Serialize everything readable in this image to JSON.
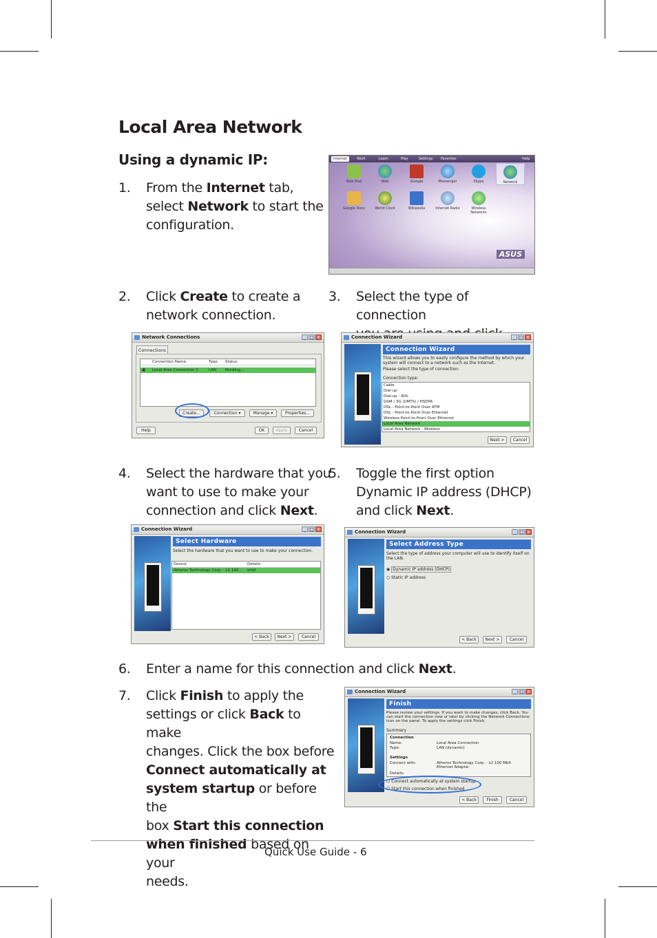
{
  "heading": "Local Area Network",
  "subheading": "Using a dynamic IP:",
  "steps": [
    {
      "num": "1.",
      "lines": [
        "From the <b>Internet</b> tab,",
        "select <b>Network</b> to start the",
        "configuration."
      ]
    },
    {
      "num": "2.",
      "lines": [
        "Click <b>Create</b> to create a",
        "network connection."
      ]
    },
    {
      "num": "3.",
      "lines": [
        "Select the type of connection",
        "you are using and click <b>Next</b>."
      ]
    },
    {
      "num": "4.",
      "lines": [
        "Select the hardware that you",
        "want to use to make your",
        "connection and click <b>Next</b>."
      ]
    },
    {
      "num": "5.",
      "lines": [
        "Toggle the first option",
        "Dynamic IP address (DHCP)",
        "and click <b>Next</b>."
      ]
    },
    {
      "num": "6.",
      "lines": [
        "Enter a name for this connection and click <b>Next</b>."
      ]
    },
    {
      "num": "7.",
      "lines": [
        "Click <b>Finish</b> to apply the",
        "settings or click <b>Back</b> to make",
        "changes. Click the box before",
        "<b>Connect automatically at</b>",
        "<b>system startup</b> or before the",
        "box <b>Start this connection</b>",
        "<b>when finished</b> based on your",
        "needs."
      ]
    }
  ],
  "desktop": {
    "tabs": [
      "Internet",
      "Work",
      "Learn",
      "Play",
      "Settings",
      "Favorites",
      "Help"
    ],
    "apps_row1": [
      "Web Mail",
      "Web",
      "iGoogle",
      "Messenger",
      "Skype",
      "Network"
    ],
    "apps_row2": [
      "Google Docs",
      "World Clock",
      "Wikipedia",
      "Internet Radio",
      "Wireless Networks"
    ],
    "logo": "ASUS"
  },
  "net_connections": {
    "title": "Network Connections",
    "tab": "Connections",
    "columns": [
      "Connection Name",
      "Type",
      "Status"
    ],
    "row": [
      "Local Area Connection 1",
      "LAN",
      "Pending..."
    ],
    "buttons": [
      "Create...",
      "Connection",
      "Manage",
      "Properties..."
    ],
    "footer_buttons": [
      "Help",
      "OK",
      "Apply",
      "Cancel"
    ]
  },
  "wizard_type": {
    "title": "Connection Wizard",
    "banner": "Connection Wizard",
    "intro": "This wizard allows you to easily configure the method by which your system will connect to a network such as the Internet.",
    "prompt": "Please select the type of connection:",
    "label": "Connection type:",
    "options": [
      "Cable",
      "Dial-up",
      "Dial-up - AOL",
      "GSM / 3G (UMTS) / HSDPA",
      "DSL - Point-to-Point Over ATM",
      "DSL - Point-to-Point Over Ethernet",
      "Wireless Point-to-Point Over Ethernet",
      "Local Area Network",
      "Local Area Network - Wireless"
    ],
    "buttons": [
      "Next >",
      "Cancel"
    ]
  },
  "wizard_hw": {
    "title": "Connection Wizard",
    "banner": "Select Hardware",
    "intro": "Select the hardware that you want to use to make your connection.",
    "columns": [
      "Device",
      "Details"
    ],
    "row": [
      "Atheros Technology Corp. - L2 100 ...",
      "eth0"
    ],
    "buttons": [
      "< Back",
      "Next >",
      "Cancel"
    ]
  },
  "wizard_addr": {
    "title": "Connection Wizard",
    "banner": "Select Address Type",
    "intro": "Select the type of address your computer will use to identify itself on the LAN.",
    "options": [
      "Dynamic IP address (DHCP)",
      "Static IP address"
    ],
    "buttons": [
      "< Back",
      "Next >",
      "Cancel"
    ]
  },
  "wizard_finish": {
    "title": "Connection Wizard",
    "banner": "Finish",
    "intro": "Please review your settings. If you want to make changes, click Back. You can start the connection now or later by clicking the Network Connections icon on the panel. To apply the settings click Finish.",
    "summary": "Summary",
    "section1": "Connection",
    "name_label": "Name:",
    "name_value": "Local Area Connection",
    "type_label": "Type:",
    "type_value": "LAN (dynamic)",
    "section2": "Settings",
    "with_label": "Connect with:",
    "with_value": "Atheros Technology Corp. - L2 100 Mbit Ethernet Adapter",
    "details_label": "Details:",
    "checks": [
      "Connect automatically at system startup",
      "Start this connection when finished"
    ],
    "buttons": [
      "< Back",
      "Finish",
      "Cancel"
    ]
  },
  "footer": "Quick Use Guide - 6"
}
